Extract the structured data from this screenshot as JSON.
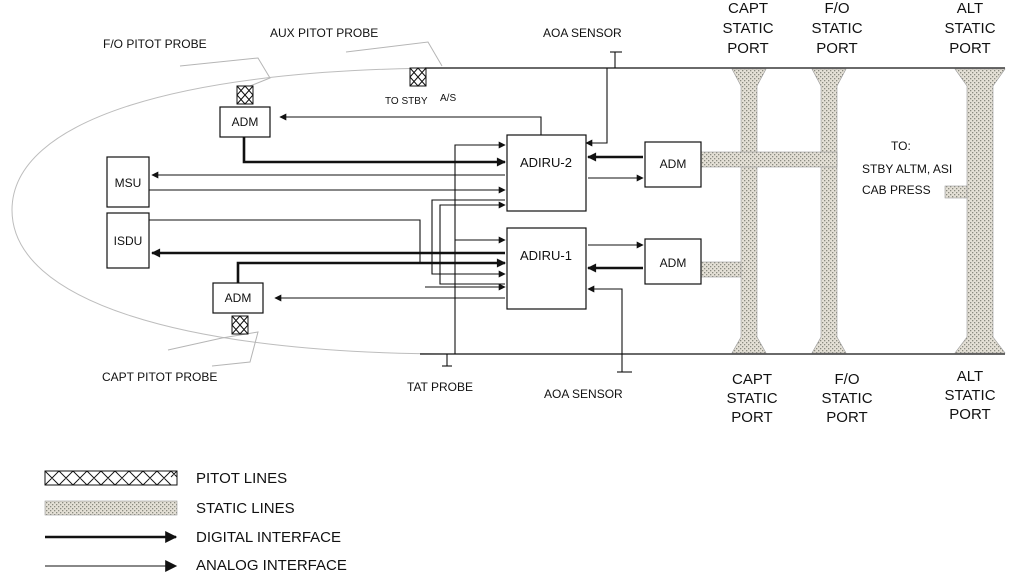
{
  "labels": {
    "fo_pitot_probe": "F/O PITOT PROBE",
    "aux_pitot_probe": "AUX PITOT PROBE",
    "capt_pitot_probe": "CAPT PITOT PROBE",
    "aoa_sensor_top": "AOA SENSOR",
    "aoa_sensor_bottom": "AOA SENSOR",
    "tat_probe": "TAT PROBE",
    "to_stby": "TO STBY",
    "as": "A/S",
    "to": "TO:",
    "stby_altm_asi": "STBY ALTM, ASI",
    "cab_press": "CAB PRESS"
  },
  "ports_top": [
    {
      "line1": "CAPT",
      "line2": "STATIC",
      "line3": "PORT"
    },
    {
      "line1": "F/O",
      "line2": "STATIC",
      "line3": "PORT"
    },
    {
      "line1": "ALT",
      "line2": "STATIC",
      "line3": "PORT"
    }
  ],
  "ports_bottom": [
    {
      "line1": "CAPT",
      "line2": "STATIC",
      "line3": "PORT"
    },
    {
      "line1": "F/O",
      "line2": "STATIC",
      "line3": "PORT"
    },
    {
      "line1": "ALT",
      "line2": "STATIC",
      "line3": "PORT"
    }
  ],
  "boxes": {
    "adm_fo_pitot": "ADM",
    "adm_capt_pitot": "ADM",
    "adm_right_upper": "ADM",
    "adm_right_lower": "ADM",
    "msu": "MSU",
    "isdu": "ISDU",
    "adiru_2": "ADIRU-2",
    "adiru_1": "ADIRU-1"
  },
  "legend": [
    {
      "key": "pitot",
      "label": "PITOT LINES"
    },
    {
      "key": "static",
      "label": "STATIC LINES"
    },
    {
      "key": "digital",
      "label": "DIGITAL INTERFACE"
    },
    {
      "key": "analog",
      "label": "ANALOG  INTERFACE"
    }
  ]
}
